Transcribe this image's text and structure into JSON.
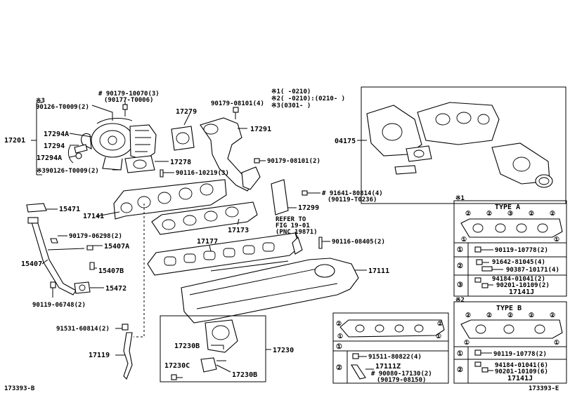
{
  "diagram_id_left": "173393-B",
  "diagram_id_right": "173393-E",
  "part_numbers": {
    "p17201": "17201",
    "p17294a_1": "17294A",
    "p17294": "17294",
    "p17294a_2": "17294A",
    "p90126_t0009_2": "90126-T0009(2)",
    "p90126_t0009_2b": "※390126-T0009(2)",
    "note3": "※3",
    "p90179_10070": "# 90179-10070(3)",
    "p90177_t0006": "(90177-T0006)",
    "p17279": "17279",
    "p90179_08101_4": "90179-08101(4)",
    "note_dates": "※1(   -0210)\n※2(   -0210):(0210-    )\n※3(0301-    )",
    "note1_line": "※1(   -0210)",
    "note2_line": "※2(   -0210):(0210-    )",
    "note3_line": "※3(0301-    )",
    "p17291": "17291",
    "p04175": "04175",
    "p17278": "17278",
    "p90116_10219": "90116-10219(3)",
    "p90179_08101_2": "90179-08101(2)",
    "p91641_80814": "# 91641-80814(4)",
    "p90119_t0236": "(90119-T0236)",
    "p17299": "17299",
    "p15471": "15471",
    "p17141": "17141",
    "p90179_06298": "90179-06298(2)",
    "p15407a": "15407A",
    "p15407": "15407",
    "p15407b": "15407B",
    "p17173": "17173",
    "refer_to": "REFER TO",
    "refer_fig": "FIG 19-01",
    "refer_pnc": "(PNC 19871)",
    "p90116_08405": "90116-08405(2)",
    "p17177": "17177",
    "p17111": "17111",
    "p15472": "15472",
    "p90119_06748": "90119-06748(2)",
    "p91531_60814": "91531-60814(2)",
    "p17119": "17119",
    "p17230b_1": "17230B",
    "p17230": "17230",
    "p17230c": "17230C",
    "p17230b_2": "17230B",
    "p91511_80822": "91511-80822(4)",
    "p17111z": "17111Z",
    "p90080_17130": "# 90080-17130(2)",
    "p90179_08150": "(90179-08150)"
  },
  "type_a": {
    "note": "※1",
    "title": "TYPE A",
    "row1_num": "①",
    "row1_part": "90119-10778(2)",
    "row2_num": "②",
    "row2_part_a": "91642-81045(4)",
    "row2_part_b": "90387-10171(4)",
    "row3_num": "③",
    "row3_part_a": "94184-01041(2)",
    "row3_part_b": "90201-10109(2)",
    "row3_part_c": "17141J"
  },
  "type_b": {
    "note": "※2",
    "title": "TYPE B",
    "row1_num": "①",
    "row1_part": "90119-10778(2)",
    "row2_num": "②",
    "row2_part_a": "94184-01041(6)",
    "row2_part_b": "90201-10109(6)",
    "row2_part_c": "17141J"
  },
  "bottom_box": {
    "row1_num": "①",
    "row2_num": "②"
  },
  "callouts": {
    "c1": "①",
    "c2": "②",
    "c3": "③"
  }
}
